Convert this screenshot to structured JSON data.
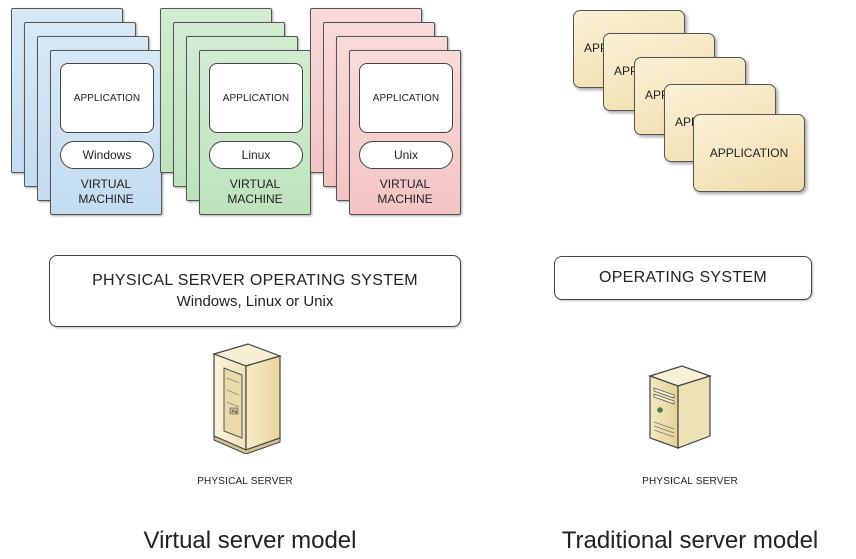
{
  "virtual_model": {
    "vms": [
      {
        "application": "APPLICATION",
        "os": "Windows",
        "label_line1": "VIRTUAL",
        "label_line2": "MACHINE"
      },
      {
        "application": "APPLICATION",
        "os": "Linux",
        "label_line1": "VIRTUAL",
        "label_line2": "MACHINE"
      },
      {
        "application": "APPLICATION",
        "os": "Unix",
        "label_line1": "VIRTUAL",
        "label_line2": "MACHINE"
      }
    ],
    "host_os_title": "PHYSICAL SERVER OPERATING SYSTEM",
    "host_os_subtitle": "Windows, Linux or Unix",
    "server_label": "PHYSICAL SERVER",
    "caption": "Virtual server model"
  },
  "traditional_model": {
    "applications": [
      {
        "label": "APPLICATION"
      },
      {
        "label": "APPLICATION"
      },
      {
        "label": "APPLICATION"
      },
      {
        "label": "APPLICATION"
      },
      {
        "label": "APPLICATION"
      }
    ],
    "os_label": "OPERATING SYSTEM",
    "server_label": "PHYSICAL SERVER",
    "caption": "Traditional server model"
  },
  "colors": {
    "vm_windows": "#c9e0f3",
    "vm_linux": "#c4e6c4",
    "vm_unix": "#f5cccc",
    "application": "#f3e3b8",
    "server": "#efe0b0"
  },
  "icons": [
    "tower-server-icon",
    "desktop-server-icon"
  ]
}
